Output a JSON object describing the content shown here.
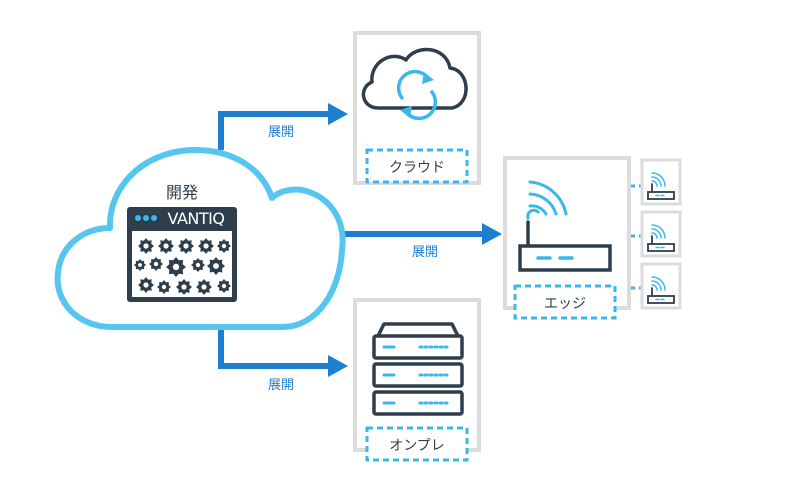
{
  "source": {
    "title": "開発",
    "brand": "VANTIQ"
  },
  "arrows": [
    {
      "label": "展開"
    },
    {
      "label": "展開"
    },
    {
      "label": "展開"
    }
  ],
  "targets": {
    "cloud": {
      "label": "クラウド",
      "icon": "cloud-sync-icon"
    },
    "edge": {
      "label": "エッジ",
      "icon": "wifi-router-icon"
    },
    "onprem": {
      "label": "オンプレ",
      "icon": "server-rack-icon"
    }
  },
  "colors": {
    "arrow": "#1d7fcf",
    "cloud_stroke": "#56c6f0",
    "icon_stroke": "#2e3e4c",
    "accent": "#3ab8ee",
    "box_border": "#dcdcdc",
    "dashed": "#3ab8ee"
  }
}
